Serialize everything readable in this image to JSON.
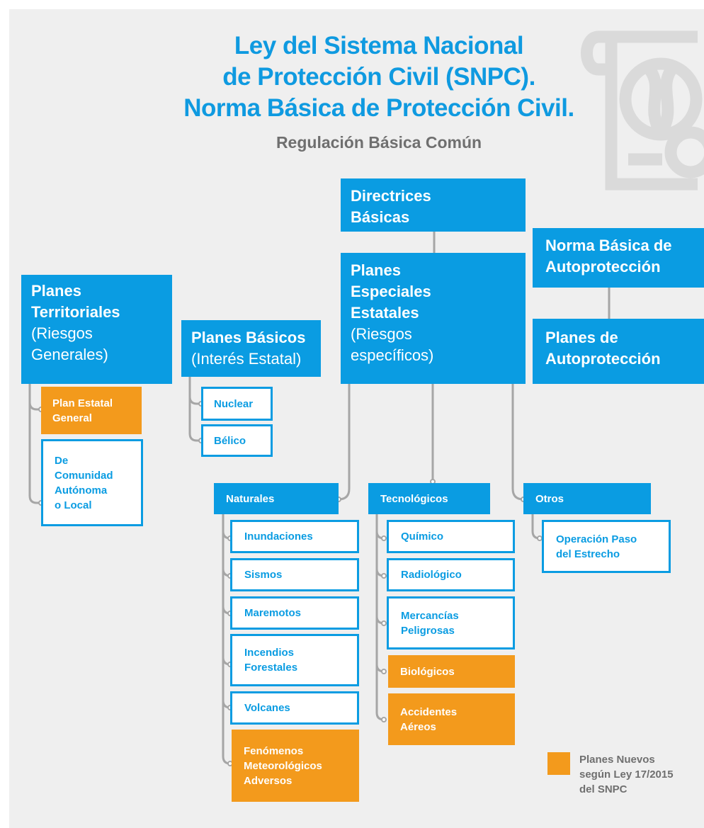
{
  "header": {
    "title_lines": [
      "Ley del Sistema Nacional",
      "de Protección Civil (SNPC).",
      "Norma Básica de Protección Civil."
    ],
    "subtitle": "Regulación Básica Común"
  },
  "colors": {
    "blue": "#0a9ce2",
    "orange": "#f39a1c",
    "background": "#efefef",
    "connector": "#a6a6a6"
  },
  "icons": {
    "decoration": "document-seal-icon"
  },
  "nodes": {
    "directrices": {
      "line1": "Directrices",
      "line2": "Básicas"
    },
    "territoriales": {
      "line1": "Planes",
      "line2": "Territoriales",
      "line3": "(Riesgos",
      "line4": "Generales)"
    },
    "plan_estatal": {
      "line1": "Plan Estatal",
      "line2": "General"
    },
    "comunidad": {
      "line1": "De",
      "line2": "Comunidad",
      "line3": "Autónoma",
      "line4": "o Local"
    },
    "basicos": {
      "line1": "Planes Básicos",
      "line2": "(Interés Estatal)"
    },
    "nuclear": {
      "label": "Nuclear"
    },
    "belico": {
      "label": "Bélico"
    },
    "especiales": {
      "line1": "Planes",
      "line2": "Especiales",
      "line3": "Estatales",
      "line4": "(Riesgos",
      "line5": "específicos)"
    },
    "norma_auto": {
      "line1": "Norma Básica de",
      "line2": "Autoprotección"
    },
    "planes_auto": {
      "line1": "Planes de",
      "line2": "Autoprotección"
    },
    "naturales": {
      "label": "Naturales"
    },
    "tecnologicos": {
      "label": "Tecnológicos"
    },
    "otros": {
      "label": "Otros"
    },
    "inundaciones": {
      "label": "Inundaciones"
    },
    "sismos": {
      "label": "Sismos"
    },
    "maremotos": {
      "label": "Maremotos"
    },
    "incendios": {
      "line1": "Incendios",
      "line2": "Forestales"
    },
    "volcanes": {
      "label": "Volcanes"
    },
    "fenomenos": {
      "line1": "Fenómenos",
      "line2": "Meteorológicos",
      "line3": "Adversos"
    },
    "quimico": {
      "label": "Químico"
    },
    "radiologico": {
      "label": "Radiológico"
    },
    "mercancias": {
      "line1": "Mercancías",
      "line2": "Peligrosas"
    },
    "biologicos": {
      "label": "Biológicos"
    },
    "accidentes": {
      "line1": "Accidentes",
      "line2": "Aéreos"
    },
    "paso_estrecho": {
      "line1": "Operación Paso",
      "line2": "del Estrecho"
    }
  },
  "legend": {
    "line1": "Planes Nuevos",
    "line2": "según Ley 17/2015",
    "line3": "del SNPC"
  }
}
